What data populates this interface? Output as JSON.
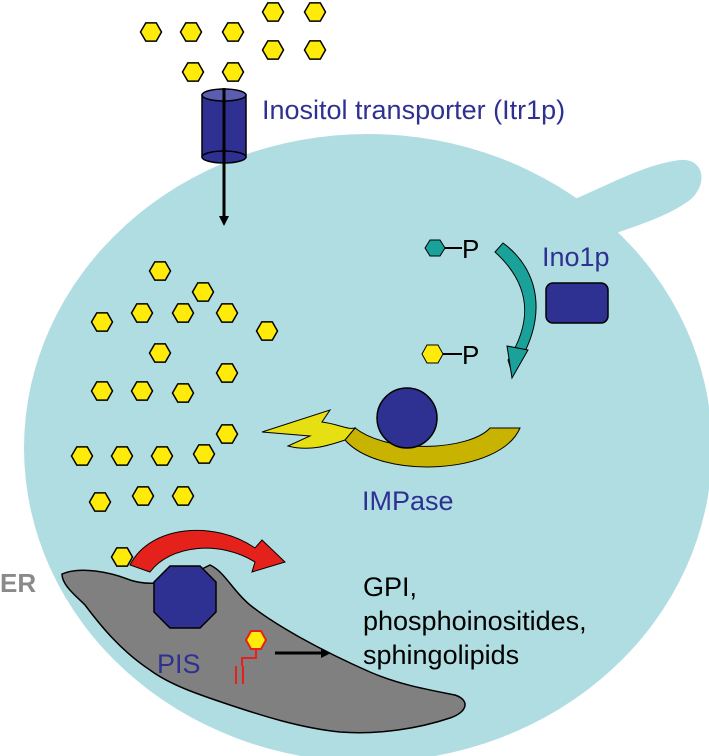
{
  "colors": {
    "cell": "#b0dde1",
    "inositol": "#ffeb0a",
    "inositol_stroke": "#000000",
    "protein": "#2e3192",
    "er": "#808080",
    "red_arrow": "#e4221b",
    "teal_arrow": "#19a19a",
    "yellow_arrow": "#e6e012",
    "lipid": "#e4221b",
    "label_blue": "#2e3192",
    "label_gray": "#8a8a8a"
  },
  "labels": {
    "transporter": "Inositol transporter (Itr1p)",
    "ino1p": "Ino1p",
    "impase": "IMPase",
    "er": "ER",
    "pis": "PIS",
    "phosphate_1": "P",
    "phosphate_2": "P",
    "products": [
      "GPI,",
      "phosphoinositides,",
      "sphingolipids"
    ]
  },
  "icons": {
    "inositol": "yellow-hexagon-icon",
    "transporter": "cylinder-channel-icon",
    "ino1p": "rounded-rectangle-enzyme-icon",
    "impase": "circle-enzyme-icon",
    "pis": "octagon-enzyme-icon"
  }
}
